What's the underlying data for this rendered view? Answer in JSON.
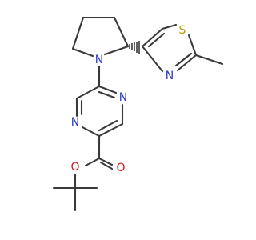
{
  "colors": {
    "bond": "#3a3a3a",
    "nitrogen": "#2a36c8",
    "oxygen": "#d11a1a",
    "sulfur": "#b6a000",
    "carbon": "#3a3a3a"
  },
  "atom_labels": {
    "n_pyrrolidine": "N",
    "n_pyrazine_top": "N",
    "n_pyrazine_left": "N",
    "o_ester": "O",
    "o_carbonyl": "O",
    "s_thiazole": "S",
    "n_thiazole": "N"
  }
}
